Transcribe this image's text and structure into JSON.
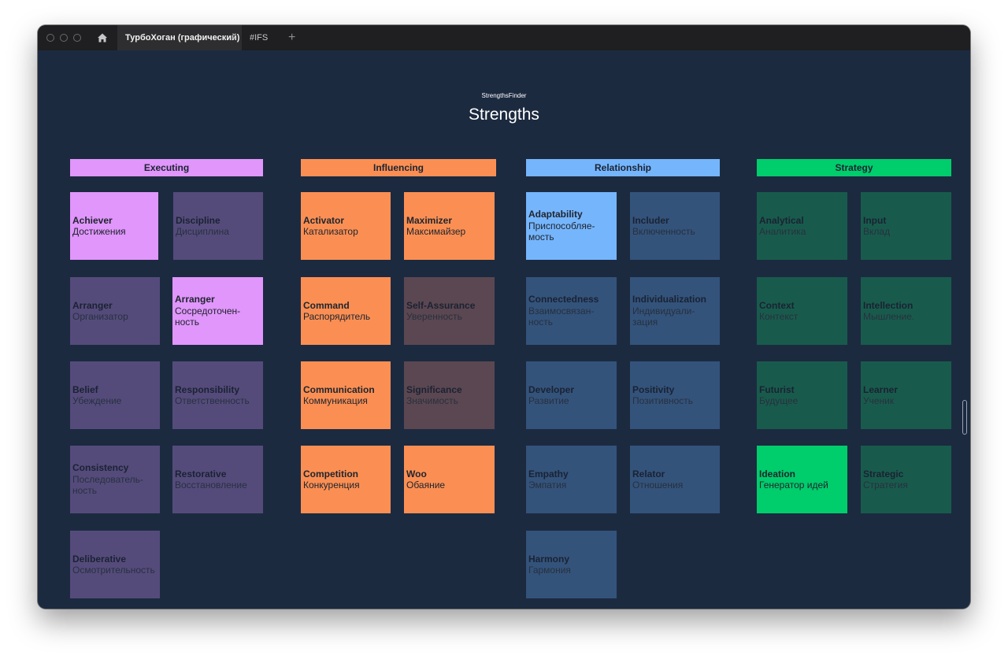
{
  "browser": {
    "tabs": [
      {
        "label": "ТурбоХоган (графический)",
        "close": "×"
      },
      {
        "label": "#IFS"
      }
    ],
    "new_tab": "+"
  },
  "page": {
    "subtitle": "StrengthsFinder",
    "title": "Strengths"
  },
  "colors": {
    "executing": "#e096fb",
    "influencing": "#fb8f53",
    "relationship": "#75b5fc",
    "strategy": "#00cd6c",
    "executing_dim": "#544b7b",
    "influencing_dim": "#5b4751",
    "relationship_dim": "#33537b",
    "strategy_dim": "#185b4c",
    "background": "#1c2a40"
  },
  "columns": [
    {
      "header": "Executing",
      "cards": [
        {
          "en": "Achiever",
          "ru": "Достижения",
          "active": true
        },
        {
          "en": "Discipline",
          "ru": "Дисциплина",
          "active": false
        },
        {
          "en": "Arranger",
          "ru": "Организатор",
          "active": false
        },
        {
          "en": "Arranger",
          "ru": "Сосредоточен-\nность",
          "active": true
        },
        {
          "en": "Belief",
          "ru": "Убеждение",
          "active": false
        },
        {
          "en": "Responsibility",
          "ru": "Ответственность",
          "active": false
        },
        {
          "en": "Consistency",
          "ru": "Последователь-\nность",
          "active": false
        },
        {
          "en": "Restorative",
          "ru": "Восстановление",
          "active": false
        },
        {
          "en": "Deliberative",
          "ru": "Осмотрительность",
          "active": false
        }
      ]
    },
    {
      "header": "Influencing",
      "cards": [
        {
          "en": "Activator",
          "ru": "Катализатор",
          "active": true
        },
        {
          "en": "Maximizer",
          "ru": "Максимайзер",
          "active": true
        },
        {
          "en": "Command",
          "ru": "Распорядитель",
          "active": true
        },
        {
          "en": "Self-Assurance",
          "ru": "Уверенность",
          "active": false
        },
        {
          "en": "Communication",
          "ru": "Коммуникация",
          "active": true
        },
        {
          "en": "Significance",
          "ru": "Значимость",
          "active": false
        },
        {
          "en": "Competition",
          "ru": "Конкуренция",
          "active": true
        },
        {
          "en": "Woo",
          "ru": "Обаяние",
          "active": true
        }
      ]
    },
    {
      "header": "Relationship",
      "cards": [
        {
          "en": "Adaptability",
          "ru": "Приспособляе-\nмость",
          "active": true
        },
        {
          "en": "Includer",
          "ru": "Включенность",
          "active": false
        },
        {
          "en": "Connectedness",
          "ru": "Взаимосвязан-\nность",
          "active": false
        },
        {
          "en": "Individualization",
          "ru": "Индивидуали-\nзация",
          "active": false
        },
        {
          "en": "Developer",
          "ru": "Развитие",
          "active": false
        },
        {
          "en": "Positivity",
          "ru": "Позитивность",
          "active": false
        },
        {
          "en": "Empathy",
          "ru": "Эмпатия",
          "active": false
        },
        {
          "en": "Relator",
          "ru": "Отношения",
          "active": false
        },
        {
          "en": "Harmony",
          "ru": "Гармония",
          "active": false
        }
      ]
    },
    {
      "header": "Strategy",
      "cards": [
        {
          "en": "Analytical",
          "ru": "Аналитика",
          "active": false
        },
        {
          "en": "Input",
          "ru": "Вклад",
          "active": false
        },
        {
          "en": "Context",
          "ru": "Контекст",
          "active": false
        },
        {
          "en": "Intellection",
          "ru": "Мышление.",
          "active": false
        },
        {
          "en": "Futurist",
          "ru": "Будущее",
          "active": false
        },
        {
          "en": "Learner",
          "ru": "Ученик",
          "active": false
        },
        {
          "en": "Ideation",
          "ru": "Генератор идей",
          "active": true
        },
        {
          "en": "Strategic",
          "ru": "Стратегия",
          "active": false
        }
      ]
    }
  ]
}
